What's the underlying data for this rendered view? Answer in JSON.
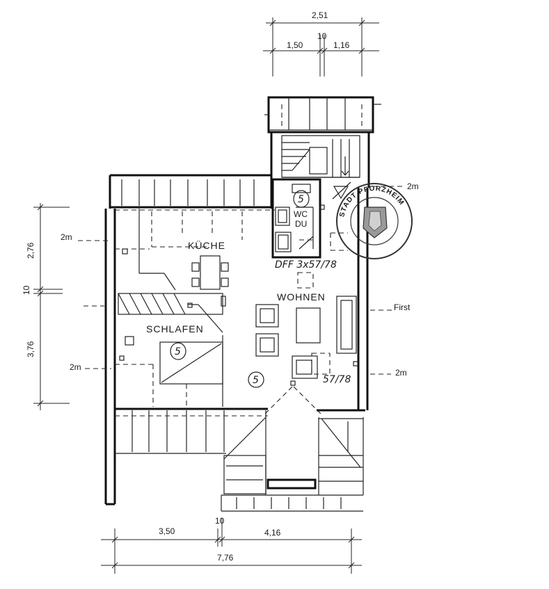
{
  "rooms": {
    "kitchen": "KÜCHE",
    "living": "WOHNEN",
    "bedroom": "SCHLAFEN",
    "wc": "WC",
    "shower": "DU"
  },
  "annotations": {
    "skylight_main": "DFF 3x57/78",
    "skylight_small": "57/78",
    "ridge": "First",
    "height_left_top": "2m",
    "height_left_bottom": "2m",
    "height_right_top": "2m",
    "height_right_bottom": "2m"
  },
  "floor_markers": {
    "living": "5",
    "bedroom": "5",
    "bath": "5"
  },
  "dimensions": {
    "top_total": "2,51",
    "top_left": "1,50",
    "top_mid": "10",
    "top_right": "1,16",
    "left_top": "2,76",
    "left_mid": "10",
    "left_bottom": "3,76",
    "bottom_left": "3,50",
    "bottom_mid": "10",
    "bottom_right": "4,16",
    "bottom_total": "7,76"
  },
  "stamp": {
    "text": "STADT PFORZHEIM"
  }
}
